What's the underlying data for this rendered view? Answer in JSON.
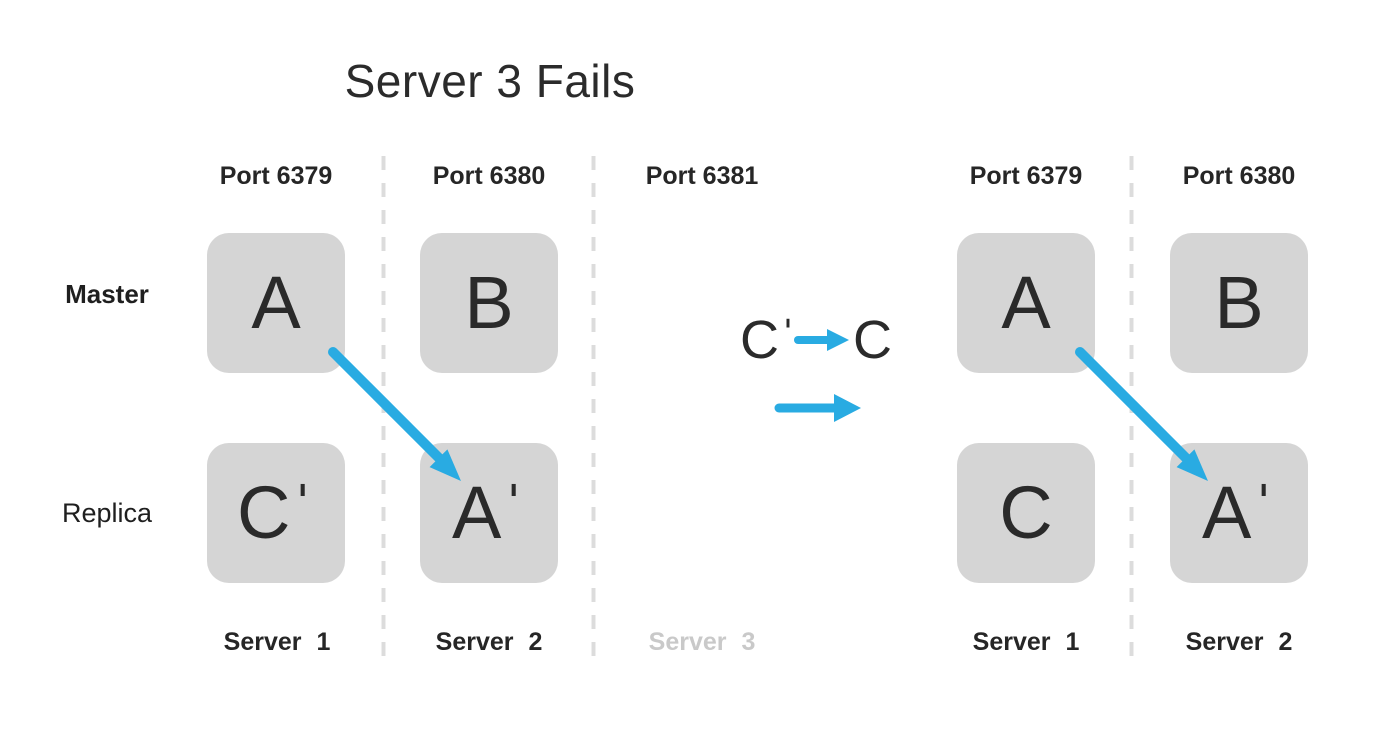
{
  "title": "Server 3 Fails",
  "row_labels": {
    "master": "Master",
    "replica": "Replica"
  },
  "before": {
    "ports": [
      "Port 6379",
      "Port 6380",
      "Port 6381"
    ],
    "servers": [
      "Server 1",
      "Server 2",
      "Server 3"
    ],
    "failed_server": "Server 3",
    "boxes": {
      "master_6379": "A",
      "master_6380": "B",
      "replica_6379": "Cˈ",
      "replica_6380": "Aˈ"
    }
  },
  "transition": {
    "from": "Cˈ",
    "to": "C"
  },
  "after": {
    "ports": [
      "Port 6379",
      "Port 6380"
    ],
    "servers": [
      "Server 1",
      "Server 2"
    ],
    "boxes": {
      "master_6379": "A",
      "master_6380": "B",
      "replica_6379": "C",
      "replica_6380": "Aˈ"
    }
  },
  "colors": {
    "arrow": "#29ABE2",
    "box_fill": "#D5D5D5",
    "divider": "#DCDCDC",
    "faded_text": "#C9C9C9",
    "text": "#2B2B2B"
  }
}
